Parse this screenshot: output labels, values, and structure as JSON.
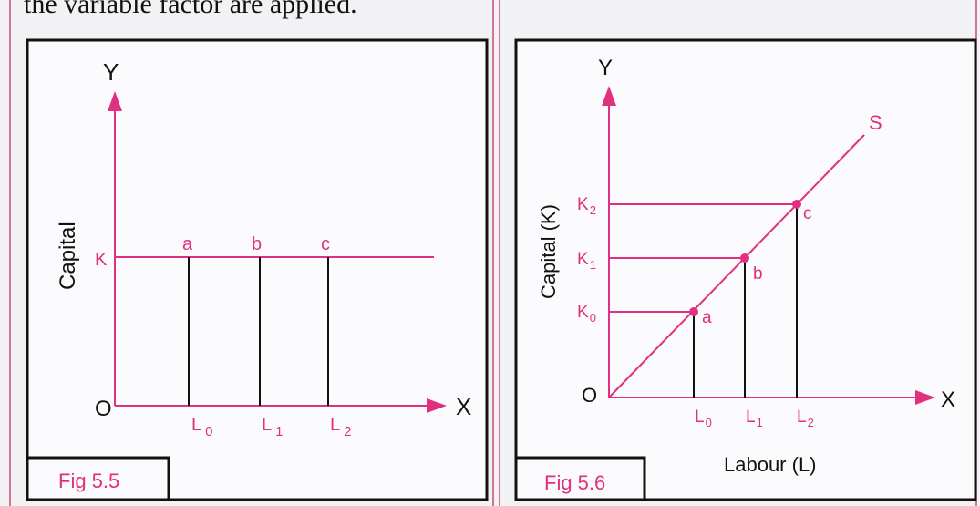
{
  "top_text": "the variable factor are applied.",
  "colors": {
    "accent": "#e0307f",
    "ink": "#111111",
    "background": "#f2f1f3",
    "panel": "#fbfafc",
    "border": "#c44b7a"
  },
  "fig1": {
    "caption": "Fig 5.5",
    "y_axis_letter": "Y",
    "x_axis_letter": "X",
    "origin": "O",
    "y_axis_title": "Capital",
    "k_label": "K",
    "point_labels": [
      "a",
      "b",
      "c"
    ],
    "l_labels": [
      {
        "main": "L",
        "sub": "0"
      },
      {
        "main": "L",
        "sub": "1"
      },
      {
        "main": "L",
        "sub": "2"
      }
    ]
  },
  "fig2": {
    "caption": "Fig 5.6",
    "y_axis_letter": "Y",
    "x_axis_letter": "X",
    "origin": "O",
    "y_axis_title": "Capital (K)",
    "x_axis_title": "Labour (L)",
    "line_label": "S",
    "point_labels": [
      "a",
      "b",
      "c"
    ],
    "k_labels": [
      {
        "main": "K",
        "sub": "0"
      },
      {
        "main": "K",
        "sub": "1"
      },
      {
        "main": "K",
        "sub": "2"
      }
    ],
    "l_labels": [
      {
        "main": "L",
        "sub": "0"
      },
      {
        "main": "L",
        "sub": "1"
      },
      {
        "main": "L",
        "sub": "2"
      }
    ]
  }
}
